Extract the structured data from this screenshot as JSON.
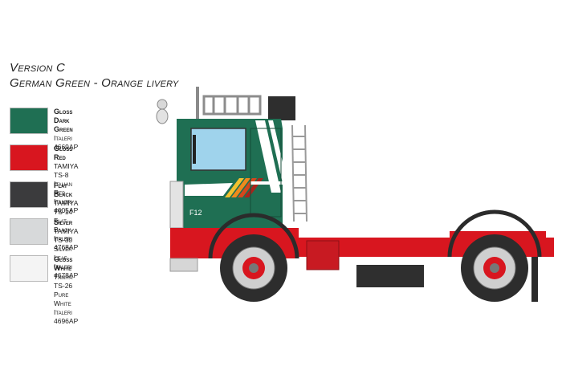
{
  "version_title": "Version C",
  "livery_title": "German Green - Orange livery",
  "colors": [
    {
      "name": "Gloss Dark Green",
      "lines": [
        "Italeri 4669AP"
      ],
      "hex": "#1f6f53"
    },
    {
      "name": "Gloss Red",
      "lines": [
        "TAMIYA TS-8 Italian Red",
        "Italeri 4605AP"
      ],
      "hex": "#d8161f"
    },
    {
      "name": "Flat Black",
      "lines": [
        "TAMIYA TS-14 Flat Black",
        "Italeri 4768AP"
      ],
      "hex": "#3b3b3d"
    },
    {
      "name": "Silver",
      "lines": [
        "TAMIYA TS-30 Silver Leaf",
        "Italeri 4678AP"
      ],
      "hex": "#d7d9da"
    },
    {
      "name": "Gloss White",
      "lines": [
        "Tamiya TS-26 Pure White",
        "Italeri 4696AP"
      ],
      "hex": "#f4f4f4"
    }
  ],
  "truck": {
    "badge": "F12",
    "body_green": "#1f6f53",
    "chassis_red": "#d8161f",
    "stripe_colors": [
      "#f2c12e",
      "#f08a1c",
      "#d6471c",
      "#a8241c"
    ]
  }
}
